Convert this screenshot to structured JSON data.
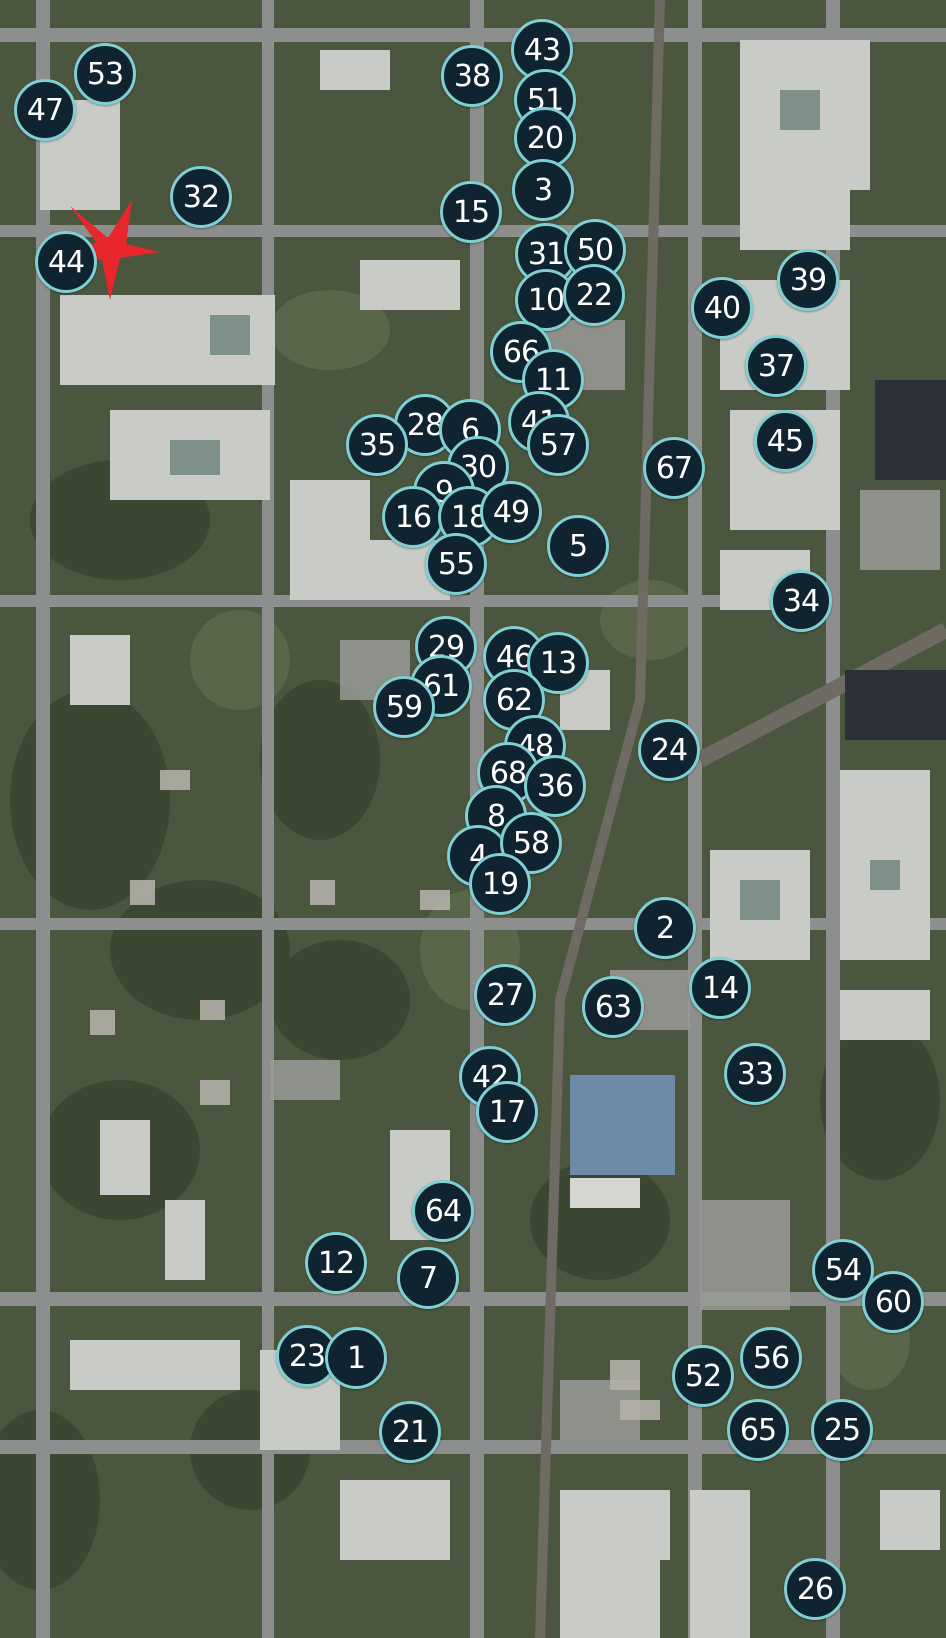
{
  "colors": {
    "marker_fill": "#0f2330",
    "marker_border": "#7fcfd3",
    "marker_text": "#ffffff",
    "highlight_star": "#e8262b"
  },
  "icons": {
    "highlight": "red-star-icon"
  },
  "markers": [
    {
      "label": "43"
    },
    {
      "label": "53"
    },
    {
      "label": "38"
    },
    {
      "label": "47"
    },
    {
      "label": "51"
    },
    {
      "label": "20"
    },
    {
      "label": "32"
    },
    {
      "label": "3"
    },
    {
      "label": "15"
    },
    {
      "label": "44"
    },
    {
      "label": "31"
    },
    {
      "label": "50"
    },
    {
      "label": "10"
    },
    {
      "label": "22"
    },
    {
      "label": "39"
    },
    {
      "label": "40"
    },
    {
      "label": "66"
    },
    {
      "label": "37"
    },
    {
      "label": "11"
    },
    {
      "label": "28"
    },
    {
      "label": "6"
    },
    {
      "label": "41"
    },
    {
      "label": "35"
    },
    {
      "label": "57"
    },
    {
      "label": "45"
    },
    {
      "label": "30"
    },
    {
      "label": "67"
    },
    {
      "label": "9"
    },
    {
      "label": "16"
    },
    {
      "label": "18"
    },
    {
      "label": "49"
    },
    {
      "label": "5"
    },
    {
      "label": "55"
    },
    {
      "label": "34"
    },
    {
      "label": "29"
    },
    {
      "label": "46"
    },
    {
      "label": "13"
    },
    {
      "label": "61"
    },
    {
      "label": "59"
    },
    {
      "label": "62"
    },
    {
      "label": "24"
    },
    {
      "label": "48"
    },
    {
      "label": "68"
    },
    {
      "label": "36"
    },
    {
      "label": "8"
    },
    {
      "label": "4"
    },
    {
      "label": "58"
    },
    {
      "label": "19"
    },
    {
      "label": "2"
    },
    {
      "label": "14"
    },
    {
      "label": "27"
    },
    {
      "label": "63"
    },
    {
      "label": "33"
    },
    {
      "label": "42"
    },
    {
      "label": "17"
    },
    {
      "label": "64"
    },
    {
      "label": "54"
    },
    {
      "label": "12"
    },
    {
      "label": "7"
    },
    {
      "label": "60"
    },
    {
      "label": "23"
    },
    {
      "label": "1"
    },
    {
      "label": "56"
    },
    {
      "label": "52"
    },
    {
      "label": "21"
    },
    {
      "label": "65"
    },
    {
      "label": "25"
    },
    {
      "label": "26"
    }
  ]
}
